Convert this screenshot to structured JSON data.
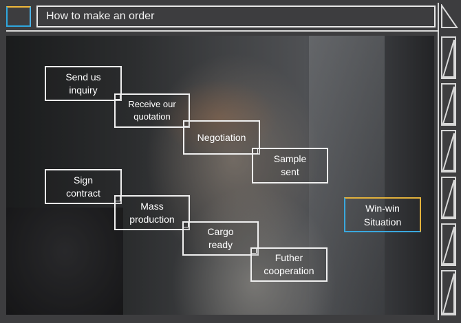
{
  "header": {
    "title": "How to make an order"
  },
  "steps": [
    {
      "line1": "Send us",
      "line2": "inquiry"
    },
    {
      "line1": "Receive our",
      "line2": "quotation"
    },
    {
      "line1": "Negotiation",
      "line2": ""
    },
    {
      "line1": "Sample",
      "line2": "sent"
    },
    {
      "line1": "Sign",
      "line2": "contract"
    },
    {
      "line1": "Mass",
      "line2": "production"
    },
    {
      "line1": "Cargo",
      "line2": "ready"
    },
    {
      "line1": "Futher",
      "line2": "cooperation"
    }
  ],
  "result": {
    "line1": "Win-win",
    "line2": "Situation"
  },
  "colors": {
    "accent_blue": "#3aa8de",
    "accent_gold": "#e3b23c",
    "frame": "#3d3d3f",
    "line": "#d8d8d8"
  }
}
